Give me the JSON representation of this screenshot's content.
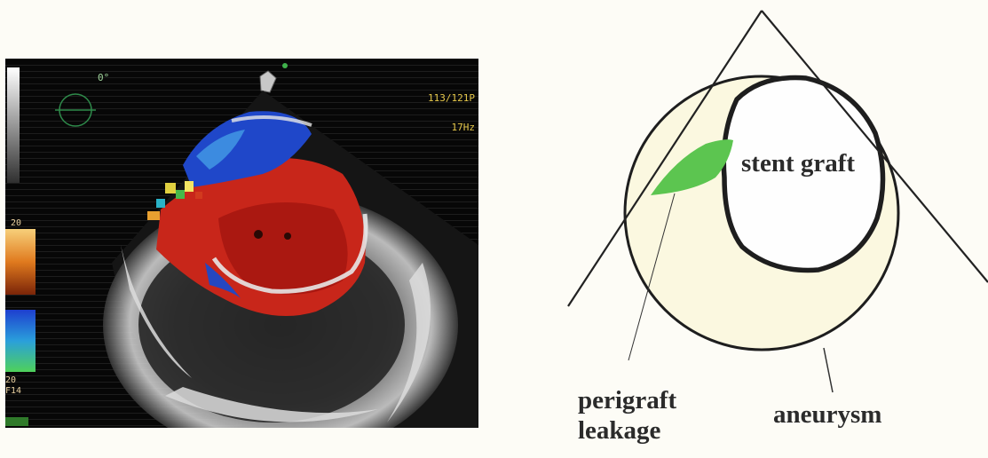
{
  "echo_image": {
    "angle_label": "0°",
    "frame_line1": "113/121P",
    "frame_line2": "17Hz",
    "scale_top": "20",
    "scale_bottom": "20",
    "freq_label": "F14"
  },
  "diagram": {
    "labels": {
      "stent_graft": "stent graft",
      "perigraft_line1": "perigraft",
      "perigraft_line2": "leakage",
      "aneurysm": "aneurysm"
    },
    "colors": {
      "aneurysm_fill": "#fbf8e0",
      "leak_fill": "#5cc550",
      "outline": "#1e1e1e"
    }
  }
}
